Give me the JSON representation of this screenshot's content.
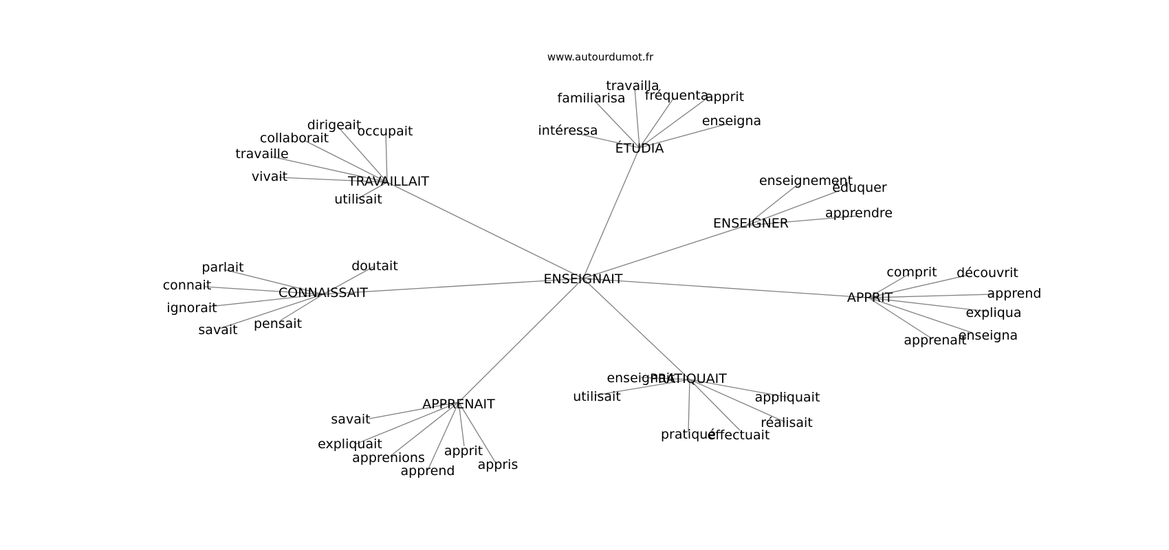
{
  "site": "www.autourdumot.fr",
  "center": "ENSEIGNAIT",
  "clusters": [
    {
      "label": "ÉTUDIA",
      "leaves": [
        "travailla",
        "familiarisa",
        "fréquenta",
        "apprit",
        "intéressa",
        "enseigna"
      ]
    },
    {
      "label": "TRAVAILLAIT",
      "leaves": [
        "dirigeait",
        "occupait",
        "collaborait",
        "travaille",
        "vivait",
        "utilisait"
      ]
    },
    {
      "label": "ENSEIGNER",
      "leaves": [
        "enseignement",
        "éduquer",
        "apprendre"
      ]
    },
    {
      "label": "CONNAISSAIT",
      "leaves": [
        "doutait",
        "parlait",
        "connait",
        "ignorait",
        "savait",
        "pensait"
      ]
    },
    {
      "label": "APPRIT",
      "leaves": [
        "comprit",
        "découvrit",
        "apprend",
        "expliqua",
        "enseigna",
        "apprenait"
      ]
    },
    {
      "label": "PRATIQUAIT",
      "leaves": [
        "enseignait",
        "utilisait",
        "appliquait",
        "réalisait",
        "pratiqué",
        "effectuait"
      ]
    },
    {
      "label": "APPRENAIT",
      "leaves": [
        "savait",
        "expliquait",
        "apprenions",
        "apprit",
        "apprend",
        "appris"
      ]
    }
  ]
}
